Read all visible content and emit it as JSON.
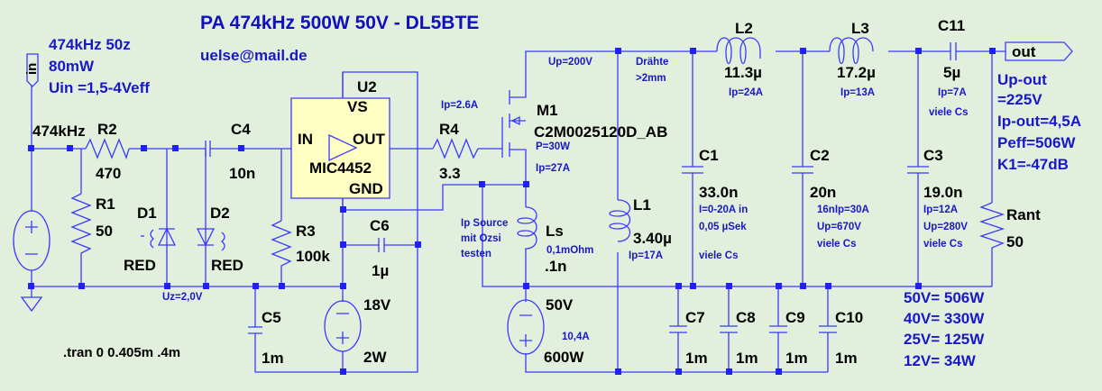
{
  "title": "PA 474kHz  500W 50V - DL5BTE",
  "email": "uelse@mail.de",
  "input_notes": [
    "474kHz  50z",
    "80mW",
    "Uin =1,5-4Veff"
  ],
  "ports": {
    "in": "in",
    "out": "out"
  },
  "source_label": "474kHz",
  "components": {
    "R2": {
      "name": "R2",
      "value": "470"
    },
    "R1": {
      "name": "R1",
      "value": "50"
    },
    "D1": {
      "name": "D1",
      "value": "RED"
    },
    "D2": {
      "name": "D2",
      "value": "RED"
    },
    "Uz": "Uz=2,0V",
    "C4": {
      "name": "C4",
      "value": "10n"
    },
    "R3": {
      "name": "R3",
      "value": "100k"
    },
    "C5": {
      "name": "C5",
      "value": "1m"
    },
    "C6": {
      "name": "C6",
      "value": "1µ"
    },
    "V18": {
      "value": "18V",
      "power": "2W"
    },
    "U2": {
      "name": "U2",
      "part": "MIC4452",
      "pins": {
        "vs": "VS",
        "in": "IN",
        "out": "OUT",
        "gnd": "GND"
      }
    },
    "R4": {
      "name": "R4",
      "value": "3.3",
      "note": "Ip=2.6A"
    },
    "M1": {
      "name": "M1",
      "part": "C2M0025120D_AB",
      "notes": [
        "P=30W",
        "Ip=27A"
      ]
    },
    "Up": "Up=200V",
    "wires_note": [
      "Drähte",
      ">2mm"
    ],
    "Ls": {
      "name": "Ls",
      "notes": [
        "0,1mOhm"
      ],
      "value": ".1n"
    },
    "ls_note": [
      "Ip Source",
      "mit  Ozsi",
      "testen"
    ],
    "V50": {
      "value": "50V",
      "current": "10,4A",
      "power": "600W"
    },
    "L1": {
      "name": "L1",
      "value": "3.40µ",
      "note": "Ip=17A"
    },
    "C1": {
      "name": "C1",
      "value": "33.0n",
      "notes": [
        "I=0-20A in",
        "0,05 µSek",
        "viele Cs"
      ]
    },
    "L2": {
      "name": "L2",
      "value": "11.3µ",
      "note": "Ip=24A"
    },
    "C2": {
      "name": "C2",
      "value": "20n",
      "notes": [
        "16nIp=30A",
        "Up=670V",
        "viele Cs"
      ]
    },
    "L3": {
      "name": "L3",
      "value": "17.2µ",
      "note": "Ip=13A"
    },
    "C3": {
      "name": "C3",
      "value": "19.0n",
      "notes": [
        "Ip=12A",
        "Up=280V",
        "viele Cs"
      ]
    },
    "C11": {
      "name": "C11",
      "value": "5µ",
      "notes": [
        "Ip=7A",
        "viele Cs"
      ]
    },
    "Rant": {
      "name": "Rant",
      "value": "50"
    },
    "C7": {
      "name": "C7",
      "value": "1m"
    },
    "C8": {
      "name": "C8",
      "value": "1m"
    },
    "C9": {
      "name": "C9",
      "value": "1m"
    },
    "C10": {
      "name": "C10",
      "value": "1m"
    }
  },
  "output_notes": [
    "Up-out",
    "=225V",
    "Ip-out=4,5A",
    "Peff=506W",
    "K1=-47dB"
  ],
  "power_table": [
    "50V= 506W",
    "40V= 330W",
    "25V= 125W",
    "12V=  34W"
  ],
  "directive": ".tran 0 0.405m .4m"
}
